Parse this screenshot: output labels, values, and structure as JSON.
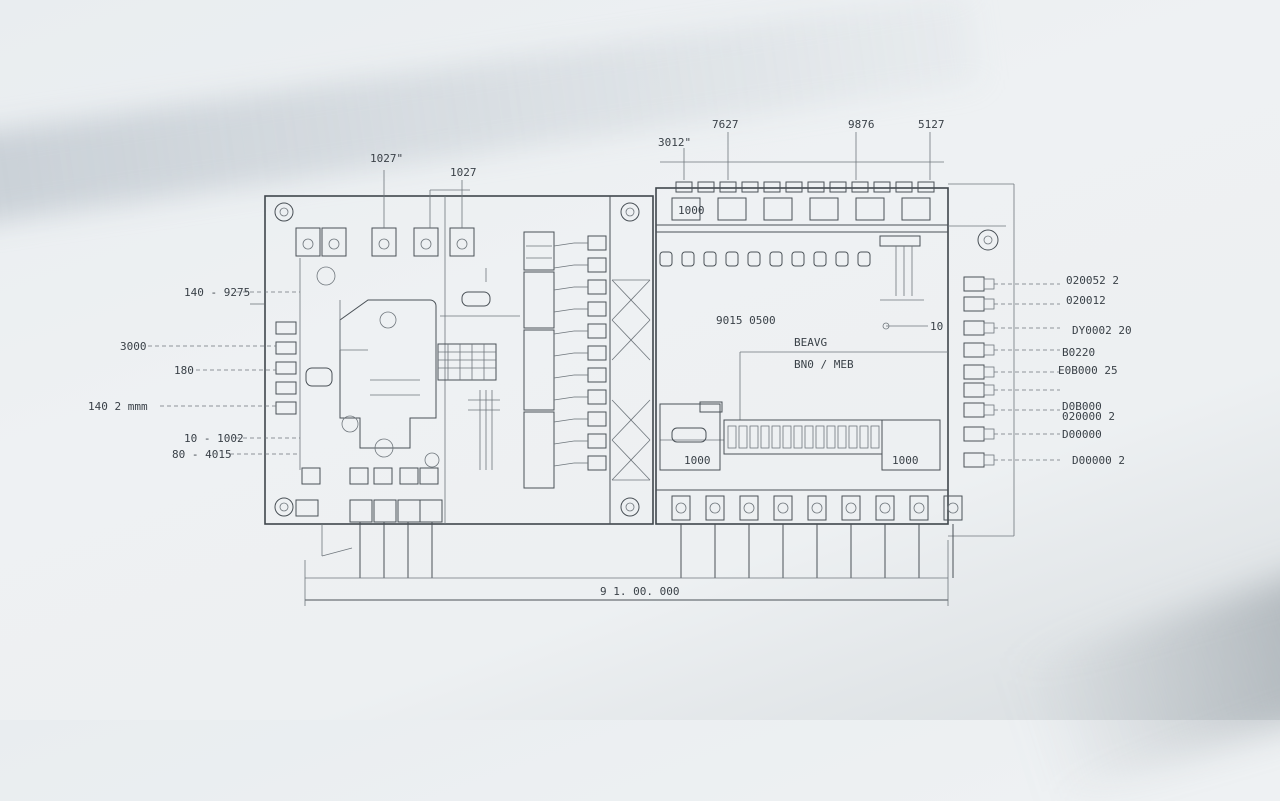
{
  "colors": {
    "line": "#4a5157",
    "text": "#3a4148",
    "background": "#eef1f3"
  },
  "top_labels": [
    "3012\"",
    "7627",
    "9876",
    "5127"
  ],
  "left_top_labels": [
    "1027\"",
    "1027"
  ],
  "left_labels": [
    "140 - 9275",
    "3000",
    "180",
    "140 2 mmm",
    "10 - 1002",
    "80 - 4015"
  ],
  "center_labels": [
    "9015 0500",
    "BEAVG",
    "BN0 / MEB",
    "10"
  ],
  "right_labels": [
    "020052 2",
    "020012",
    "DY0002 20",
    "B0220",
    "E0B000 25",
    "D0B000",
    "020000 2",
    "D00000",
    "D00000 2"
  ],
  "bottom_dimension": "9 1. 00. 000",
  "module_labels": [
    "1000",
    "1000",
    "1000"
  ]
}
